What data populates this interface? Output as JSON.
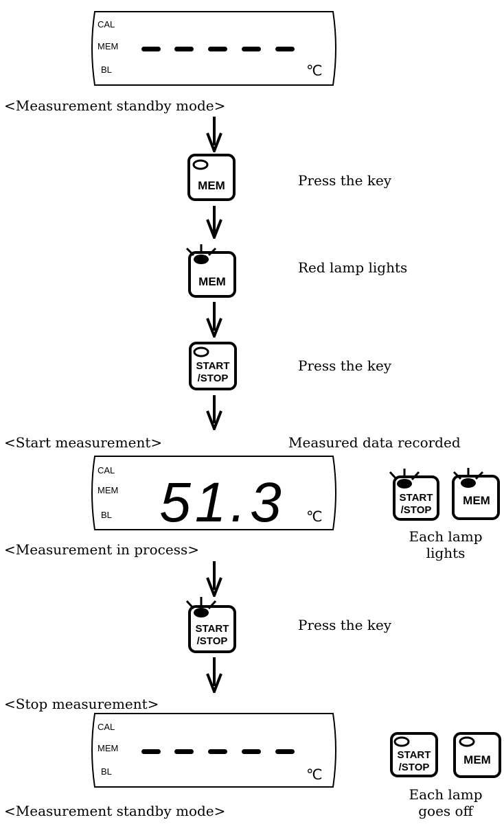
{
  "lcd_labels": {
    "cal": "CAL",
    "mem": "MEM",
    "bl": "BL"
  },
  "unit": "℃",
  "display_reading": "51.3",
  "key_labels": {
    "mem": "MEM",
    "start_line1": "START",
    "start_line2": "/STOP"
  },
  "steps": {
    "standby_top": "<Measurement standby mode>",
    "press_mem": "Press the key",
    "red_lamp": "Red lamp lights",
    "press_start": "Press the key",
    "start_measurement": "<Start measurement>",
    "data_recorded": "Measured data recorded",
    "in_process": "<Measurement in process>",
    "lamps_light_line1": "Each lamp",
    "lamps_light_line2": "lights",
    "press_stop": "Press the key",
    "stop_measurement": "<Stop measurement>",
    "standby_bottom": "<Measurement standby mode>",
    "lamps_off_line1": "Each lamp",
    "lamps_off_line2": "goes off"
  },
  "colors": {
    "ink": "#000000",
    "background": "#ffffff"
  }
}
